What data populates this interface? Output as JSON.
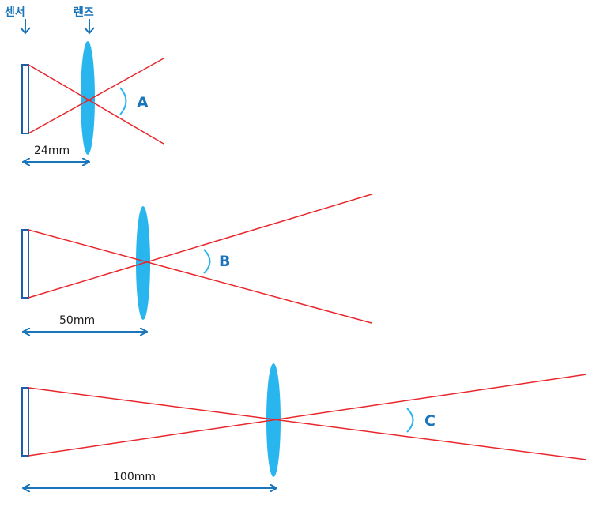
{
  "labels": {
    "sensor": "센서",
    "lens": "렌즈"
  },
  "colors": {
    "ray": "#e8262b",
    "lens": "#29b6ee",
    "sensor": "#1b5fa8",
    "arrow": "#1b75bb",
    "angle_arc": "#29b6ee"
  },
  "panels": [
    {
      "distance_label": "24mm",
      "angle_label": "A"
    },
    {
      "distance_label": "50mm",
      "angle_label": "B"
    },
    {
      "distance_label": "100mm",
      "angle_label": "C"
    }
  ]
}
